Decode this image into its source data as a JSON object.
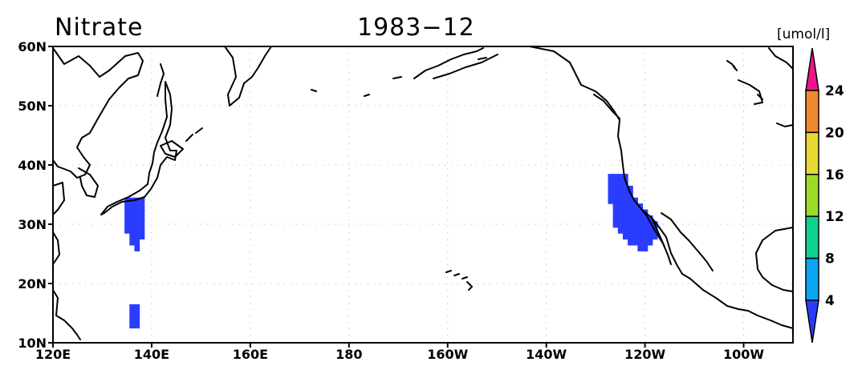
{
  "title": {
    "variable": "Nitrate",
    "date": "1983−12"
  },
  "units": "[umol/l]",
  "map": {
    "lon_range": [
      120,
      270
    ],
    "lat_range": [
      10,
      60
    ],
    "lat_ticks": [
      {
        "value": 60,
        "label": "60N"
      },
      {
        "value": 50,
        "label": "50N"
      },
      {
        "value": 40,
        "label": "40N"
      },
      {
        "value": 30,
        "label": "30N"
      },
      {
        "value": 20,
        "label": "20N"
      },
      {
        "value": 10,
        "label": "10N"
      }
    ],
    "lon_ticks": [
      {
        "value": 120,
        "label": "120E"
      },
      {
        "value": 140,
        "label": "140E"
      },
      {
        "value": 160,
        "label": "160E"
      },
      {
        "value": 180,
        "label": "180"
      },
      {
        "value": 200,
        "label": "160W"
      },
      {
        "value": 220,
        "label": "140W"
      },
      {
        "value": 240,
        "label": "120W"
      },
      {
        "value": 260,
        "label": "100W"
      }
    ],
    "grid": true
  },
  "colorbar": {
    "levels": [
      4,
      8,
      12,
      16,
      20,
      24
    ],
    "colors": [
      "#2a3dff",
      "#0aa6f5",
      "#10d18f",
      "#9bdc2a",
      "#e8d832",
      "#f08a2c",
      "#f0148a"
    ],
    "extend": "both"
  },
  "data_regions": [
    {
      "region": "western-pacific-south-of-japan",
      "fill": "#2a3dff",
      "range": "<4",
      "cells": [
        [
          135,
          34
        ],
        [
          136,
          34
        ],
        [
          137,
          34
        ],
        [
          138,
          34
        ],
        [
          135,
          33
        ],
        [
          136,
          33
        ],
        [
          137,
          33
        ],
        [
          138,
          33
        ],
        [
          135,
          32
        ],
        [
          136,
          32
        ],
        [
          137,
          32
        ],
        [
          138,
          32
        ],
        [
          135,
          31
        ],
        [
          136,
          31
        ],
        [
          137,
          31
        ],
        [
          138,
          31
        ],
        [
          135,
          30
        ],
        [
          136,
          30
        ],
        [
          137,
          30
        ],
        [
          138,
          30
        ],
        [
          135,
          29
        ],
        [
          136,
          29
        ],
        [
          137,
          29
        ],
        [
          138,
          29
        ],
        [
          136,
          28
        ],
        [
          137,
          28
        ],
        [
          138,
          28
        ],
        [
          136,
          27
        ],
        [
          137,
          27
        ],
        [
          137,
          26
        ]
      ]
    },
    {
      "region": "western-pacific-tropics",
      "fill": "#2a3dff",
      "range": "<4",
      "cells": [
        [
          136,
          16
        ],
        [
          137,
          16
        ],
        [
          136,
          15
        ],
        [
          137,
          15
        ],
        [
          136,
          14
        ],
        [
          137,
          14
        ],
        [
          136,
          13
        ],
        [
          137,
          13
        ]
      ]
    },
    {
      "region": "california-current",
      "fill": "#2a3dff",
      "range": "<4",
      "cells": [
        [
          233,
          38
        ],
        [
          234,
          38
        ],
        [
          235,
          38
        ],
        [
          236,
          38
        ],
        [
          233,
          37
        ],
        [
          234,
          37
        ],
        [
          235,
          37
        ],
        [
          236,
          37
        ],
        [
          233,
          36
        ],
        [
          234,
          36
        ],
        [
          235,
          36
        ],
        [
          236,
          36
        ],
        [
          237,
          36
        ],
        [
          233,
          35
        ],
        [
          234,
          35
        ],
        [
          235,
          35
        ],
        [
          236,
          35
        ],
        [
          237,
          35
        ],
        [
          233,
          34
        ],
        [
          234,
          34
        ],
        [
          235,
          34
        ],
        [
          236,
          34
        ],
        [
          237,
          34
        ],
        [
          238,
          34
        ],
        [
          234,
          33
        ],
        [
          235,
          33
        ],
        [
          236,
          33
        ],
        [
          237,
          33
        ],
        [
          238,
          33
        ],
        [
          239,
          33
        ],
        [
          234,
          32
        ],
        [
          235,
          32
        ],
        [
          236,
          32
        ],
        [
          237,
          32
        ],
        [
          238,
          32
        ],
        [
          239,
          32
        ],
        [
          240,
          32
        ],
        [
          234,
          31
        ],
        [
          235,
          31
        ],
        [
          236,
          31
        ],
        [
          237,
          31
        ],
        [
          238,
          31
        ],
        [
          239,
          31
        ],
        [
          240,
          31
        ],
        [
          241,
          31
        ],
        [
          234,
          30
        ],
        [
          235,
          30
        ],
        [
          236,
          30
        ],
        [
          237,
          30
        ],
        [
          238,
          30
        ],
        [
          239,
          30
        ],
        [
          240,
          30
        ],
        [
          241,
          30
        ],
        [
          242,
          30
        ],
        [
          235,
          29
        ],
        [
          236,
          29
        ],
        [
          237,
          29
        ],
        [
          238,
          29
        ],
        [
          239,
          29
        ],
        [
          240,
          29
        ],
        [
          241,
          29
        ],
        [
          242,
          29
        ],
        [
          236,
          28
        ],
        [
          237,
          28
        ],
        [
          238,
          28
        ],
        [
          239,
          28
        ],
        [
          240,
          28
        ],
        [
          241,
          28
        ],
        [
          242,
          28
        ],
        [
          237,
          27
        ],
        [
          238,
          27
        ],
        [
          239,
          27
        ],
        [
          240,
          27
        ],
        [
          241,
          27
        ],
        [
          239,
          26
        ],
        [
          240,
          26
        ]
      ]
    }
  ]
}
